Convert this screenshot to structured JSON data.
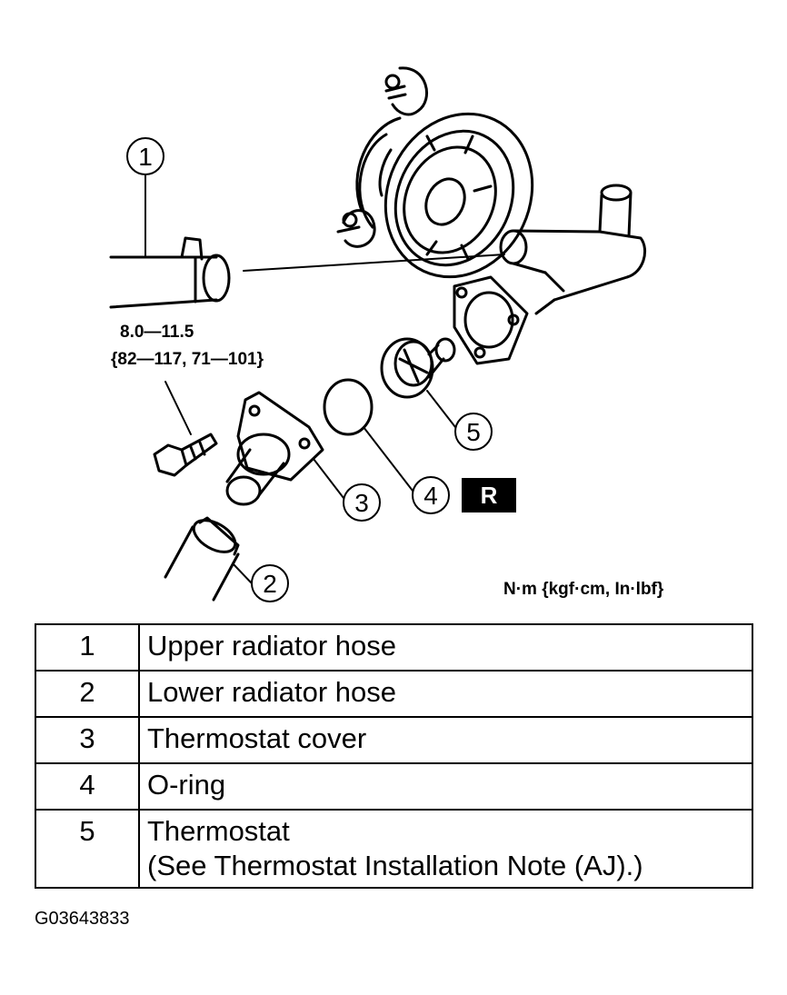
{
  "diagram": {
    "callouts": [
      "1",
      "2",
      "3",
      "4",
      "5"
    ],
    "replace_badge": "R",
    "torque_line1": "8.0—11.5",
    "torque_line2": "{82—117, 71—101}",
    "units": "N·m {kgf·cm, In·lbf}"
  },
  "parts_table": {
    "rows": [
      {
        "num": "1",
        "name": "Upper radiator hose",
        "note": ""
      },
      {
        "num": "2",
        "name": "Lower radiator hose",
        "note": ""
      },
      {
        "num": "3",
        "name": "Thermostat cover",
        "note": ""
      },
      {
        "num": "4",
        "name": "O-ring",
        "note": ""
      },
      {
        "num": "5",
        "name": "Thermostat",
        "note": "(See Thermostat Installation Note (AJ).)"
      }
    ]
  },
  "figure_code": "G03643833"
}
